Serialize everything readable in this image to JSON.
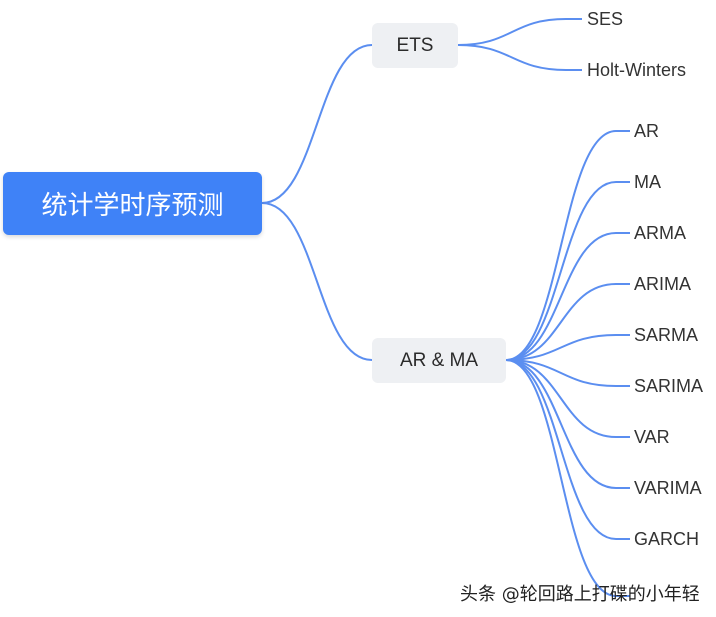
{
  "root": {
    "label": "统计学时序预测"
  },
  "branches": [
    {
      "label": "ETS",
      "children": [
        "SES",
        "Holt-Winters"
      ]
    },
    {
      "label": "AR & MA",
      "children": [
        "AR",
        "MA",
        "ARMA",
        "ARIMA",
        "SARMA",
        "SARIMA",
        "VAR",
        "VARIMA",
        "GARCH",
        ""
      ]
    }
  ],
  "watermark": "头条 @轮回路上打碟的小年轻",
  "colors": {
    "root_fill": "#3f82f7",
    "connector": "#5b8ef0",
    "branch_fill": "#eef0f3"
  }
}
